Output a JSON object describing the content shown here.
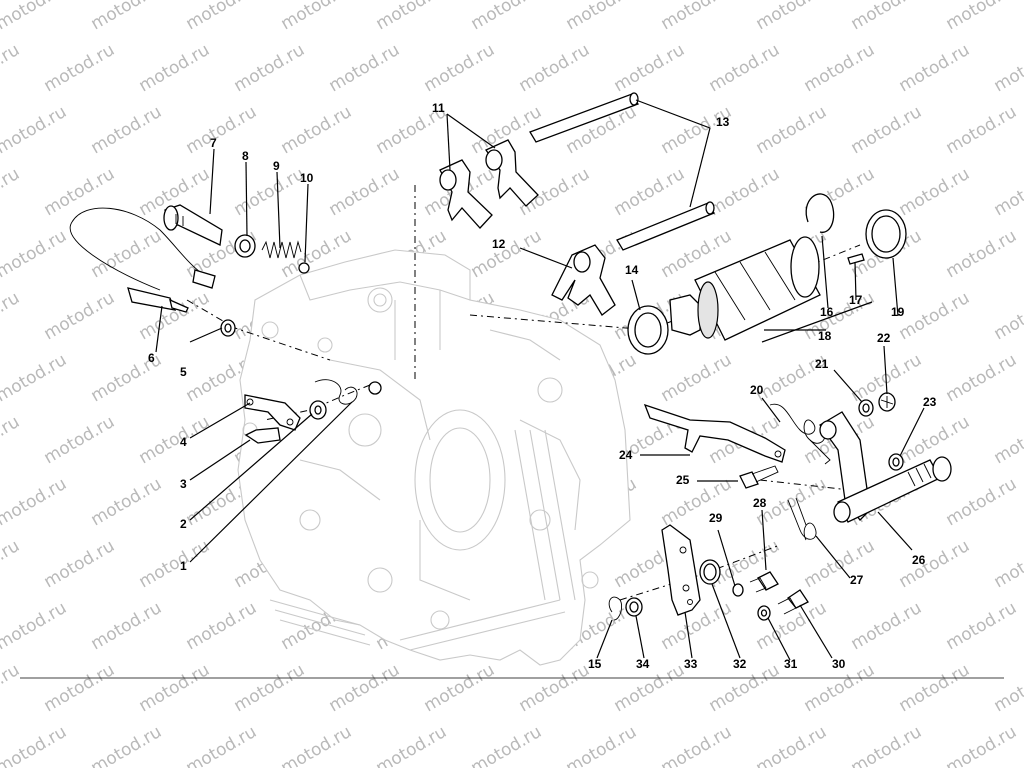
{
  "watermark": "motod.ru",
  "callouts": [
    "1",
    "2",
    "3",
    "4",
    "5",
    "6",
    "7",
    "8",
    "9",
    "10",
    "11",
    "12",
    "13",
    "14",
    "15",
    "16",
    "17",
    "18",
    "19",
    "20",
    "21",
    "22",
    "23",
    "24",
    "25",
    "26",
    "27",
    "28",
    "29",
    "30",
    "31",
    "32",
    "33",
    "34"
  ]
}
